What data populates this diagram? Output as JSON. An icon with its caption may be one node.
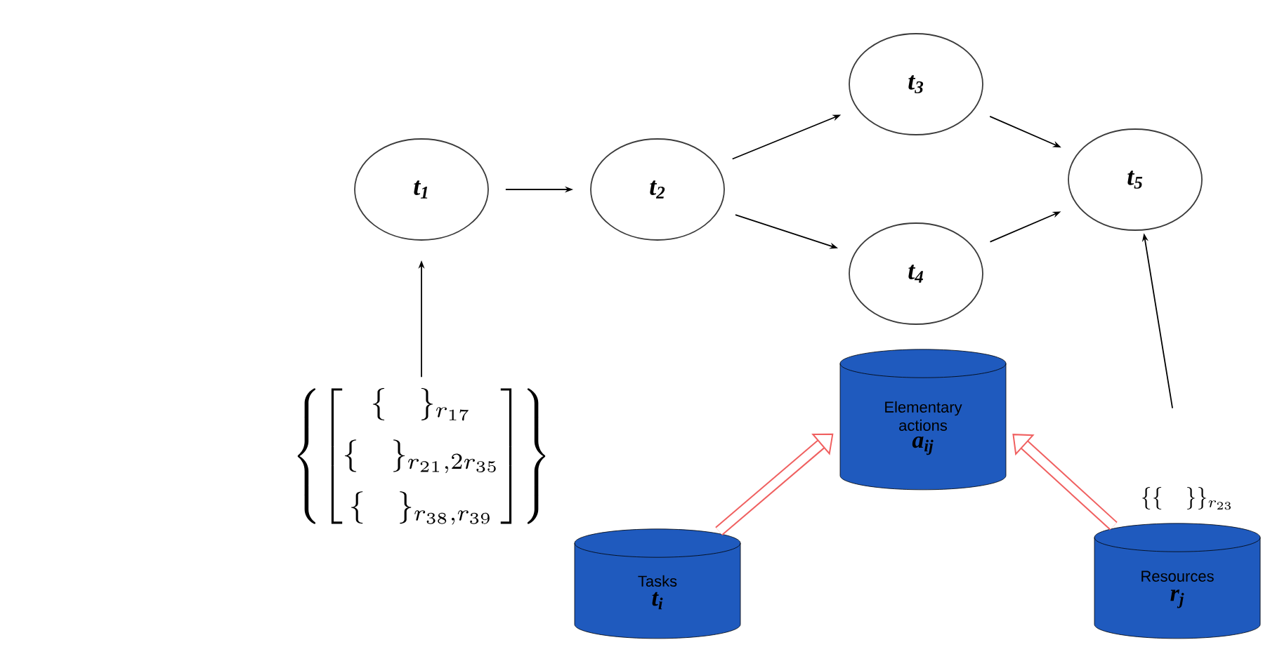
{
  "diagram": {
    "nodes": [
      {
        "text": [
          "t$_{1}$"
        ]
      },
      {
        "text": [
          "t$_{2}$"
        ]
      },
      {
        "text": [
          "t$_{3}$"
        ]
      },
      {
        "text": [
          "t$_{4}$"
        ]
      },
      {
        "text": [
          "t$_{5}$"
        ]
      },
      {
        "text": [
          "\\left\\{\\begin{bmatrix}\\{\\quad\\}_{r_{17}}\\\\[4pt] \\{\\quad\\}_{r_{21},2r_{35}}\\\\[4pt] \\{\\quad\\}_{r_{38},r_{39}}\\end{bmatrix}\\right\\}"
        ]
      },
      {
        "text": [
          "Elementary actions",
          "a$_{ij}$"
        ]
      },
      {
        "text": [
          "Tasks",
          "t$_{i}$"
        ]
      },
      {
        "text": [
          "Resources",
          "r$_{j}$"
        ]
      },
      {
        "text": [
          "\\{\\{\\quad\\}\\}_{r_{23}}"
        ]
      }
    ],
    "edges": [
      {
        "from": 5,
        "to": 0,
        "arrow": "to"
      },
      {
        "from": 0,
        "to": 1,
        "arrow": "to"
      },
      {
        "from": 1,
        "to": 2,
        "arrow": "to"
      },
      {
        "from": 1,
        "to": 3,
        "arrow": "to"
      },
      {
        "from": 2,
        "to": 4,
        "arrow": "to"
      },
      {
        "from": 3,
        "to": 4,
        "arrow": "to"
      },
      {
        "from": 9,
        "to": 4,
        "arrow": "to"
      },
      {
        "from": 7,
        "to": 6,
        "arrow": "to",
        "style": "thick",
        "color": "#f06060"
      },
      {
        "from": 8,
        "to": 6,
        "arrow": "to",
        "style": "thick",
        "color": "#f06060"
      }
    ]
  }
}
